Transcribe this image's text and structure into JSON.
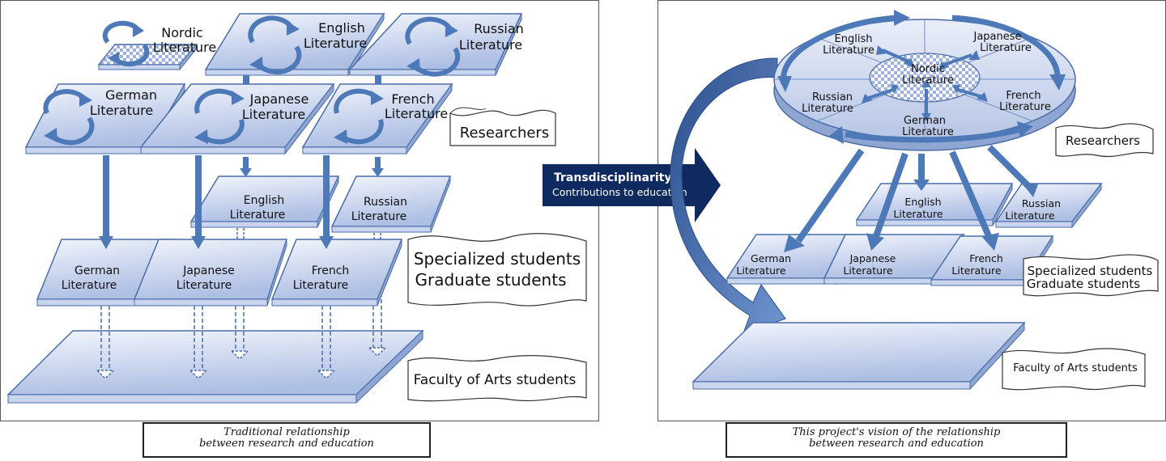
{
  "left_panel": {
    "researcher_plates": {
      "nordic": [
        "Nordic",
        "Literature"
      ],
      "english": [
        "English",
        "Literature"
      ],
      "russian": [
        "Russian",
        "Literature"
      ],
      "german": [
        "German",
        "Literature"
      ],
      "japanese": [
        "Japanese",
        "Literature"
      ],
      "french": [
        "French",
        "Literature"
      ]
    },
    "graduate_plates": {
      "english": [
        "English",
        "Literature"
      ],
      "russian": [
        "Russian",
        "Literature"
      ],
      "german": [
        "German",
        "Literature"
      ],
      "japanese": [
        "Japanese",
        "Literature"
      ],
      "french": [
        "French",
        "Literature"
      ]
    },
    "labels": {
      "researchers": "Researchers",
      "specialized": [
        "Specialized students",
        "Graduate students"
      ],
      "faculty": "Faculty of Arts students"
    },
    "caption": [
      "Traditional relationship",
      "between research and education"
    ]
  },
  "center_arrow": {
    "title": "Transdisciplinarity",
    "subtitle": "Contributions to education"
  },
  "right_panel": {
    "disc_labels": {
      "english": [
        "English",
        "Literature"
      ],
      "japanese": [
        "Japanese",
        "Literature"
      ],
      "nordic": [
        "Nordic",
        "Literature"
      ],
      "russian": [
        "Russian",
        "Literature"
      ],
      "french": [
        "French",
        "Literature"
      ],
      "german": [
        "German",
        "Literature"
      ]
    },
    "plates": {
      "english": [
        "English",
        "Literature"
      ],
      "russian": [
        "Russian",
        "Literature"
      ],
      "german": [
        "German",
        "Literature"
      ],
      "japanese": [
        "Japanese",
        "Literature"
      ],
      "french": [
        "French",
        "Literature"
      ]
    },
    "labels": {
      "researchers": "Researchers",
      "specialized": [
        "Specialized students",
        "Graduate students"
      ],
      "faculty": "Faculty of Arts students"
    },
    "caption": [
      "This project's vision of the relationship",
      "between research and education"
    ]
  },
  "colors": {
    "plate_top": "#f2f5fc",
    "plate_bottom": "#aebfe4",
    "plate_edge": "#4a6da8",
    "arrow": "#4e79b9",
    "dark_arrow": "#0f2a5e",
    "nordic_pattern": "#9fb3da"
  }
}
